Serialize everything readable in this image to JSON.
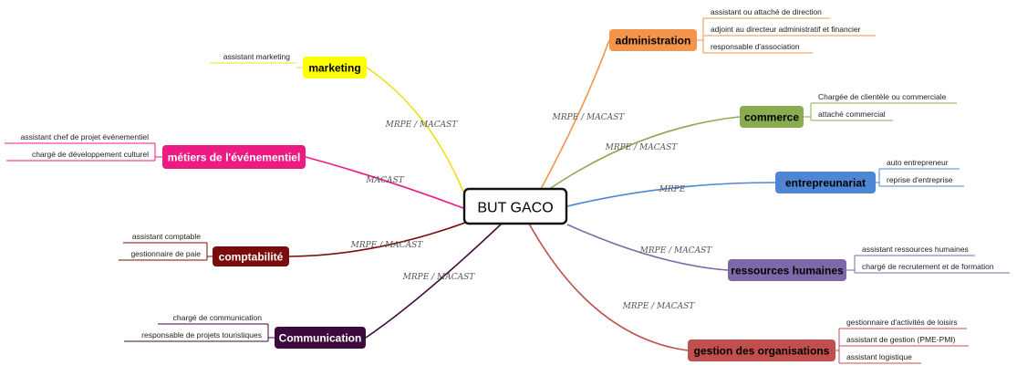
{
  "central": {
    "label": "BUT GACO"
  },
  "branches": [
    {
      "key": "marketing",
      "label": "marketing",
      "color": "#ffff00",
      "text_color": "#000000",
      "relation": "MRPE / MACAST",
      "jobs": [
        "assistant marketing"
      ]
    },
    {
      "key": "evenementiel",
      "label": "métiers de l'événementiel",
      "color": "#ee1a83",
      "text_color": "#ffffff",
      "relation": "MACAST",
      "jobs": [
        "assistant chef de projet événementiel",
        "chargé de développement culturel"
      ]
    },
    {
      "key": "comptabilite",
      "label": "comptabilité",
      "color": "#7a0c0c",
      "text_color": "#ffffff",
      "relation": "MRPE / MACAST",
      "jobs": [
        "assistant comptable",
        "gestionnaire de paie"
      ]
    },
    {
      "key": "communication",
      "label": "Communication",
      "color": "#3d0a3d",
      "text_color": "#ffffff",
      "relation": "MRPE / MACAST",
      "jobs": [
        "chargé de communication",
        "responsable de projets touristiques"
      ]
    },
    {
      "key": "administration",
      "label": "administration",
      "color": "#f4934a",
      "text_color": "#000000",
      "relation": "MRPE / MACAST",
      "jobs": [
        "assistant ou attaché de direction",
        "adjoint au directeur administratif et financier",
        "responsable d'association"
      ]
    },
    {
      "key": "commerce",
      "label": "commerce",
      "color": "#8aab4f",
      "text_color": "#000000",
      "relation": "MRPE / MACAST",
      "jobs": [
        "Chargée de clientèle ou commerciale",
        "attaché commercial"
      ]
    },
    {
      "key": "entrepreunariat",
      "label": "entrepreunariat",
      "color": "#4e86d4",
      "text_color": "#000000",
      "relation": "MRPE",
      "jobs": [
        "auto entrepreneur",
        "reprise d'entreprise"
      ]
    },
    {
      "key": "rh",
      "label": "ressources humaines",
      "color": "#7d68a8",
      "text_color": "#000000",
      "relation": "MRPE / MACAST",
      "jobs": [
        "assistant ressources humaines",
        "chargé de recrutement et de formation"
      ]
    },
    {
      "key": "organisations",
      "label": "gestion des organisations",
      "color": "#c0504d",
      "text_color": "#000000",
      "relation": "MRPE / MACAST",
      "jobs": [
        "gestionnaire d'activités de loisirs",
        "assistant de gestion (PME-PMI)",
        "assistant logistique"
      ]
    }
  ]
}
